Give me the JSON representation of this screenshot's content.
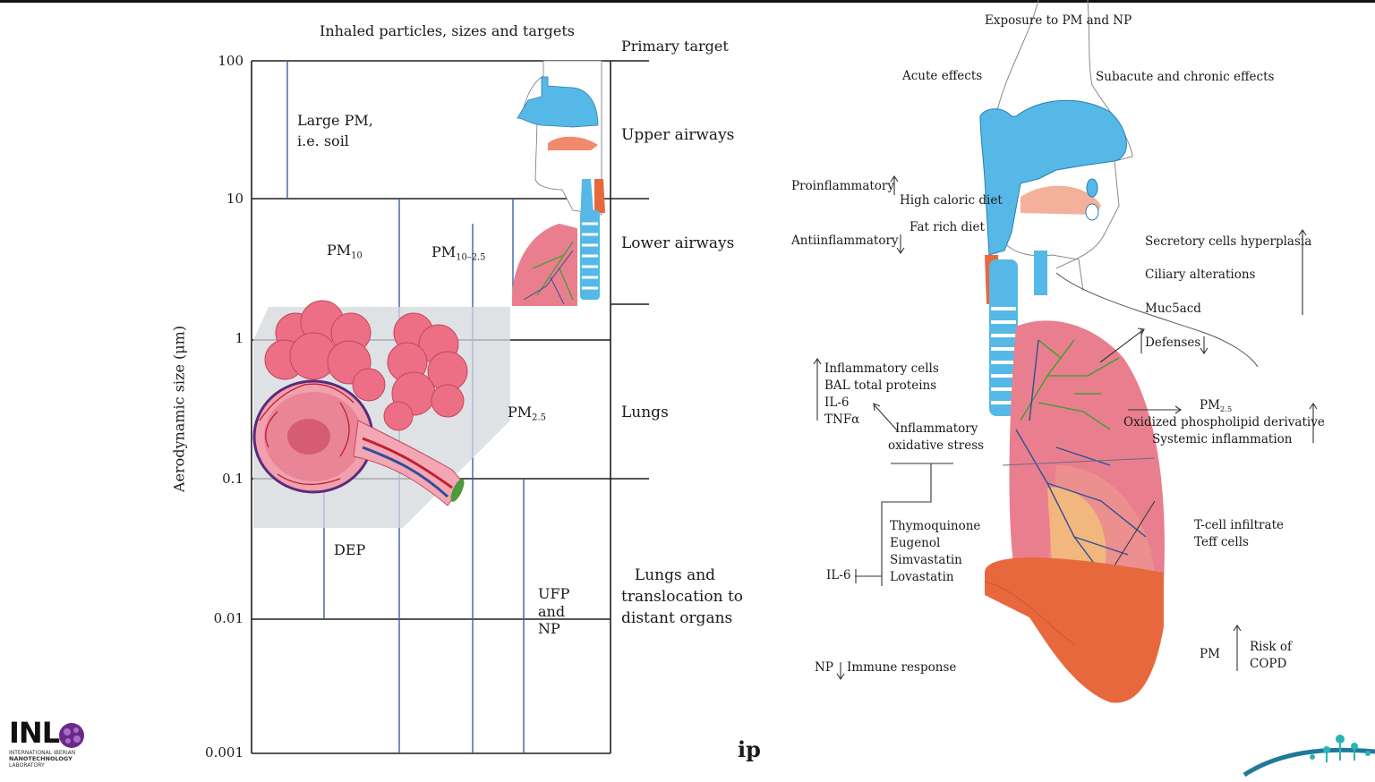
{
  "left": {
    "title": "Inhaled particles, sizes and targets",
    "primary_target_header": "Primary target",
    "y_axis_label": "Aerodynamic size (μm)",
    "y_ticks": [
      "100",
      "10",
      "1",
      "0.1",
      "0.01",
      "0.001"
    ],
    "regions": {
      "large_pm": [
        "Large PM,",
        "i.e. soil"
      ],
      "pm10": {
        "base": "PM",
        "sub": "10"
      },
      "pm10_25": {
        "base": "PM",
        "sub": "10–2.5"
      },
      "pm25": {
        "base": "PM",
        "sub": "2.5"
      },
      "dep": "DEP",
      "ufp": [
        "UFP",
        "and",
        "NP"
      ]
    },
    "targets": {
      "upper": "Upper airways",
      "lower": "Lower airways",
      "lungs": "Lungs",
      "distant": [
        "Lungs and",
        "translocation to",
        "distant organs"
      ]
    }
  },
  "right": {
    "title": "Exposure to PM and NP",
    "acute": "Acute effects",
    "chronic": "Subacute and chronic effects",
    "proinflammatory": "Proinflammatory",
    "high_caloric": "High caloric diet",
    "fat_rich": "Fat rich diet",
    "antiinflammatory": "Antiinflammatory",
    "secretory": "Secretory cells hyperplasia",
    "ciliary": "Ciliary alterations",
    "muc5acd": "Muc5acd",
    "defenses": "Defenses",
    "inflam_list": [
      "Inflammatory cells",
      "BAL total proteins",
      "IL-6",
      "TNFα"
    ],
    "inflam_stress": [
      "Inflammatory",
      "oxidative stress"
    ],
    "pm25": {
      "base": "PM",
      "sub": "2.5"
    },
    "oxidized": "Oxidized phospholipid derivative",
    "systemic": "Systemic inflammation",
    "treatments": [
      "Thymoquinone",
      "Eugenol",
      "Simvastatin",
      "Lovastatin"
    ],
    "il6": "IL-6",
    "tcell": [
      "T-cell infiltrate",
      "Teff cells"
    ],
    "np": "NP",
    "immune": "Immune response",
    "pm": "PM",
    "copd": [
      "Risk of",
      "COPD"
    ]
  },
  "footer": {
    "inl": "INL",
    "inl_sub": [
      "INTERNATIONAL IBERIAN",
      "NANOTECHNOLOGY",
      "LABORATORY"
    ],
    "center_mark": "ip"
  },
  "colors": {
    "grid_line": "#1f1f1f",
    "divider_blue": "#3a5fa8",
    "airway_blue": "#55b8e6",
    "alveoli_pink": "#ec6f86",
    "lung_pink": "#e97f8e",
    "diaphragm": "#e8683e",
    "vessel_green": "#4f9a3a",
    "vessel_blue": "#2f4f9a",
    "teal_logo": "#1f7a99"
  }
}
